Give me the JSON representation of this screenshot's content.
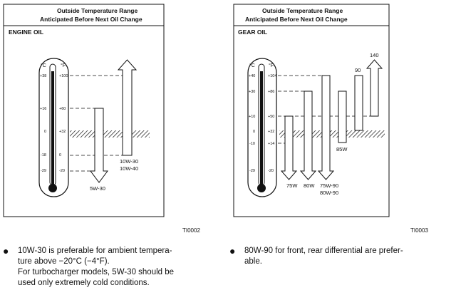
{
  "left_panel": {
    "header_line1": "Outside Temperature Range",
    "header_line2": "Anticipated Before Next Oil Change",
    "title": "ENGINE OIL",
    "unit_c": "°C",
    "unit_f": "°F",
    "celsius_ticks": [
      "+38",
      "+16",
      "0",
      "-18",
      "-29"
    ],
    "fahrenheit_ticks": [
      "+100",
      "+60",
      "+32",
      "0",
      "-20"
    ],
    "grades": [
      "5W-30",
      "10W-30",
      "10W-40"
    ],
    "figure_id": "TI0002"
  },
  "right_panel": {
    "header_line1": "Outside Temperature Range",
    "header_line2": "Anticipated Before Next Oil Change",
    "title": "GEAR OIL",
    "unit_c": "°C",
    "unit_f": "°F",
    "celsius_ticks": [
      "+40",
      "+30",
      "+10",
      "0",
      "-10",
      "-29"
    ],
    "fahrenheit_ticks": [
      "+104",
      "+86",
      "+50",
      "+32",
      "+14",
      "-20"
    ],
    "grades": [
      "75W",
      "80W",
      "75W-90",
      "80W-90",
      "85W",
      "90",
      "140"
    ],
    "figure_id": "TI0003"
  },
  "notes": {
    "left_line1": "10W-30 is preferable for ambient tempera-",
    "left_line2": "ture above −20°C (−4°F).",
    "left_line3": "For turbocharger models, 5W-30 should be",
    "left_line4": "used only extremely cold conditions.",
    "right_line1": "80W-90 for front, rear differential are prefer-",
    "right_line2": "able."
  }
}
